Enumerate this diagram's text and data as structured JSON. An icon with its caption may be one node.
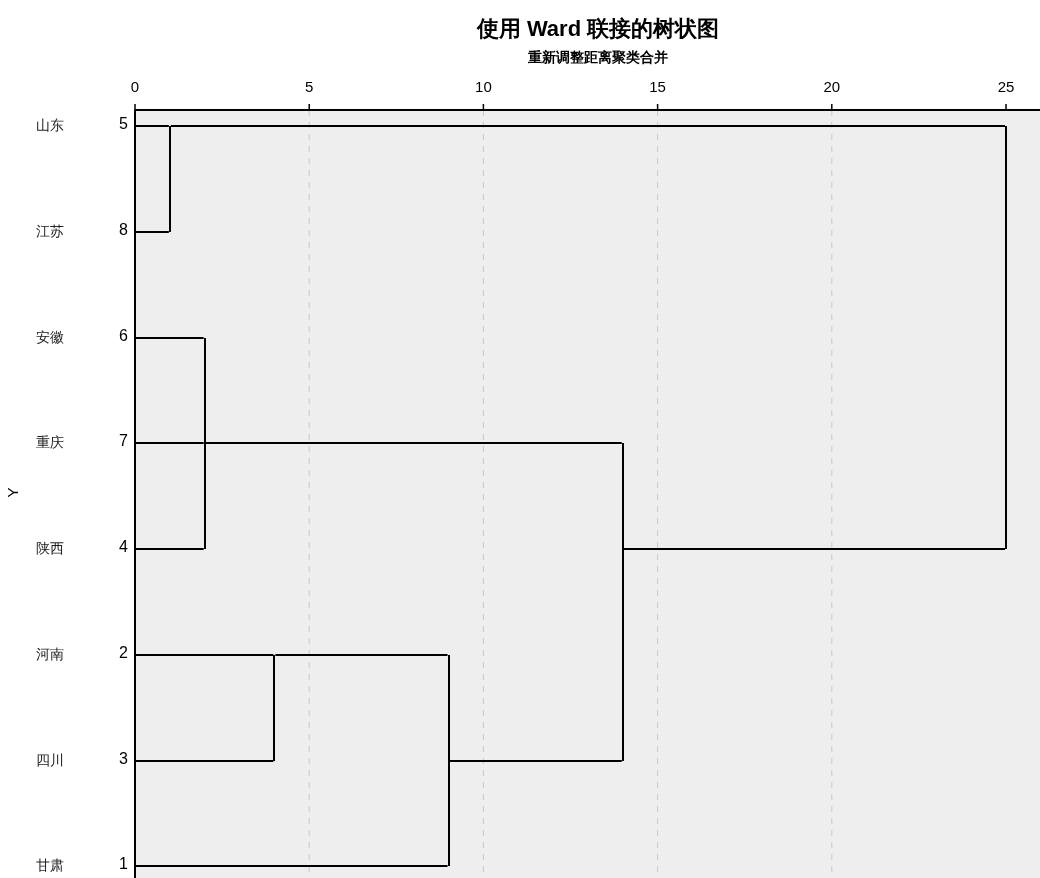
{
  "diagram": {
    "title": "使用 Ward 联接的树状图",
    "nodes": [
      {
        "text": [
          "山东"
        ],
        "beside": [
          "5"
        ]
      },
      {
        "text": [
          "江苏"
        ],
        "beside": [
          "8"
        ]
      },
      {
        "text": [
          "安徽"
        ],
        "beside": [
          "6"
        ]
      },
      {
        "text": [
          "重庆"
        ],
        "beside": [
          "7"
        ]
      },
      {
        "text": [
          "陕西"
        ],
        "beside": [
          "4"
        ]
      },
      {
        "text": [
          "河南"
        ],
        "beside": [
          "2"
        ]
      },
      {
        "text": [
          "四川"
        ],
        "beside": [
          "3"
        ]
      },
      {
        "text": [
          "甘肃"
        ],
        "beside": [
          "1"
        ]
      },
      {
        "text": [],
        "shape": "bar"
      },
      {
        "text": [],
        "shape": "bar"
      },
      {
        "text": [],
        "shape": "bar"
      },
      {
        "text": [],
        "shape": "bar"
      },
      {
        "text": [],
        "shape": "bar"
      },
      {
        "text": [],
        "shape": "bar"
      }
    ],
    "edges": [
      {
        "from": 0,
        "to": 8,
        "arrow": "none"
      },
      {
        "from": 1,
        "to": 8,
        "arrow": "none"
      },
      {
        "from": 2,
        "to": 9,
        "arrow": "none"
      },
      {
        "from": 3,
        "to": 9,
        "arrow": "none"
      },
      {
        "from": 4,
        "to": 9,
        "arrow": "none"
      },
      {
        "from": 5,
        "to": 10,
        "arrow": "none"
      },
      {
        "from": 6,
        "to": 10,
        "arrow": "none"
      },
      {
        "from": 10,
        "to": 11,
        "arrow": "none"
      },
      {
        "from": 7,
        "to": 11,
        "arrow": "none"
      },
      {
        "from": 9,
        "to": 12,
        "arrow": "none"
      },
      {
        "from": 11,
        "to": 12,
        "arrow": "none"
      },
      {
        "from": 12,
        "to": 13,
        "arrow": "none"
      },
      {
        "from": 8,
        "to": 13,
        "arrow": "none"
      }
    ],
    "labels": [
      "重新调整距离聚类合并",
      "0",
      "5",
      "10",
      "15",
      "20",
      "25",
      "Y"
    ]
  }
}
